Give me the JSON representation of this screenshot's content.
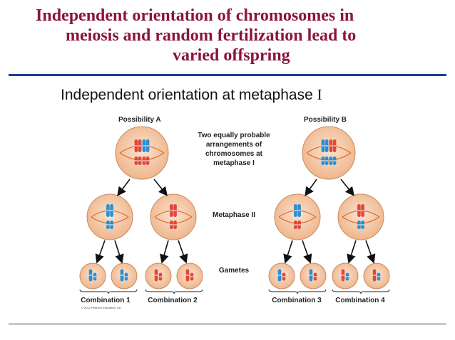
{
  "title": {
    "line1": "Independent orientation of chromosomes in",
    "line2": "meiosis and random fertilization lead to",
    "line3": "varied offspring"
  },
  "subtitle": {
    "text": "Independent orientation at metaphase ",
    "numeral": "I"
  },
  "possibility_a": "Possibility A",
  "possibility_b": "Possibility B",
  "center_note": [
    "Two equally probable",
    "arrangements of",
    "chromosomes at",
    "metaphase I"
  ],
  "metaphase_ii_label": "Metaphase II",
  "gametes_label": "Gametes",
  "combinations": [
    "Combination 1",
    "Combination 2",
    "Combination 3",
    "Combination 4"
  ],
  "copyright": "© 2012 Pearson Education, Inc.",
  "colors": {
    "title": "#8b1538",
    "rule": "#1f3f8f",
    "cell_fill": "#f4c9a6",
    "cell_edge": "#c98a5e",
    "spindle": "#d96a2b",
    "chromosome_red": "#e2463a",
    "chromosome_blue": "#2a8fd4"
  }
}
